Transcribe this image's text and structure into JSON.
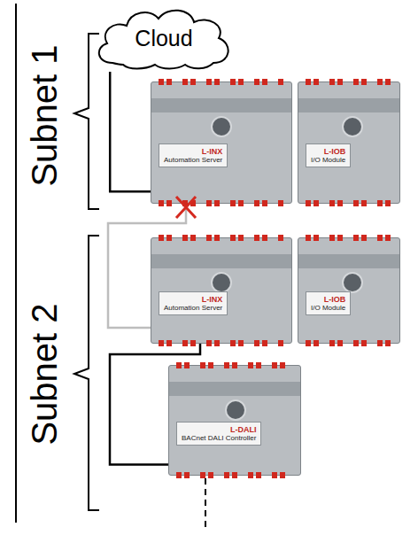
{
  "diagram": {
    "nodes": [
      {
        "text": [
          "Cloud"
        ]
      },
      {
        "text": [
          "L-INX",
          "Automation Server"
        ]
      },
      {
        "text": [
          "L-IOB",
          "I/O Module"
        ]
      },
      {
        "text": [
          "L-INX",
          "Automation Server"
        ]
      },
      {
        "text": [
          "L-IOB",
          "I/O Module"
        ]
      },
      {
        "text": [
          "L-DALI",
          "BACnet DALI Controller"
        ]
      }
    ],
    "edges": [
      {
        "from": 0,
        "to": 1,
        "arrow": "none"
      },
      {
        "from": 1,
        "to": 3,
        "arrow": "none"
      },
      {
        "from": 3,
        "to": 5,
        "arrow": "none"
      }
    ],
    "labels": [
      "Subnet 1",
      "Subnet 2"
    ]
  }
}
